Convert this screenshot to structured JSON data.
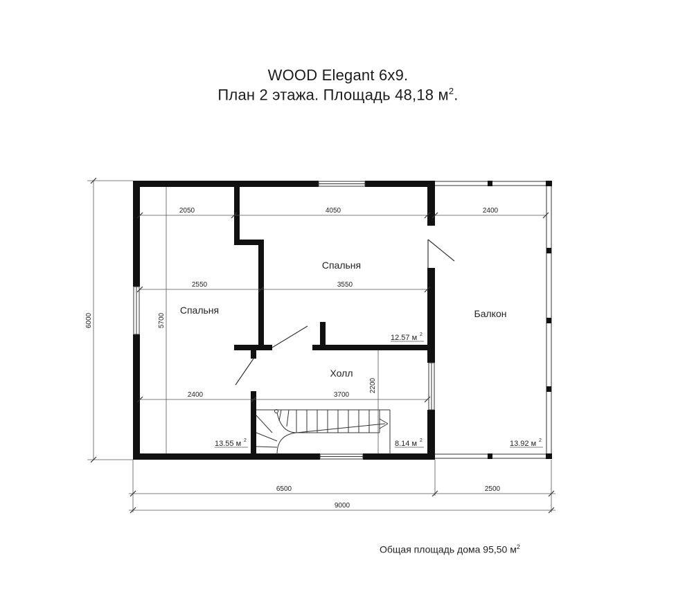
{
  "title": {
    "line1": "WOOD Elegant 6x9.",
    "line2": "План 2 этажа. Площадь 48,18 м",
    "line2_sup": "2",
    "line2_end": "."
  },
  "total_area": {
    "text": "Общая площадь дома 95,50 м",
    "sup": "2"
  },
  "rooms": {
    "bedroom_left": "Спальня",
    "bedroom_top": "Спальня",
    "hall": "Холл",
    "balcony": "Балкон"
  },
  "areas": {
    "bedroom_left": "13.55 м",
    "bedroom_top": "12.57 м",
    "hall": "8.14 м",
    "balcony": "13.92 м",
    "sup": "2"
  },
  "dimensions": {
    "d2050": "2050",
    "d4050": "4050",
    "d2400_top": "2400",
    "d2550": "2550",
    "d3550": "3550",
    "d2400_mid": "2400",
    "d3700": "3700",
    "d2200": "2200",
    "d5700": "5700",
    "d6000": "6000",
    "d6500": "6500",
    "d2500": "2500",
    "d9000": "9000"
  },
  "colors": {
    "wall": "#111111",
    "line": "#333333"
  }
}
